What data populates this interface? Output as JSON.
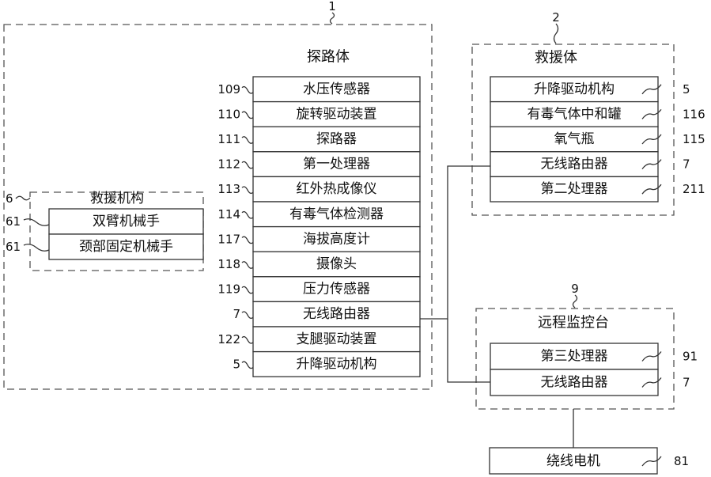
{
  "groups": [
    {
      "key": "g1",
      "ref": "1",
      "title": "探路体"
    },
    {
      "key": "g2",
      "ref": "2",
      "title": "救援体"
    },
    {
      "key": "g9",
      "ref": "9",
      "title": "远程监控台"
    },
    {
      "key": "g6",
      "ref": "6",
      "title": "救援机构"
    }
  ],
  "col1": [
    {
      "ref": "109",
      "label": "水压传感器"
    },
    {
      "ref": "110",
      "label": "旋转驱动装置"
    },
    {
      "ref": "111",
      "label": "探路器"
    },
    {
      "ref": "112",
      "label": "第一处理器"
    },
    {
      "ref": "113",
      "label": "红外热成像仪"
    },
    {
      "ref": "114",
      "label": "有毒气体检测器"
    },
    {
      "ref": "117",
      "label": "海拔高度计"
    },
    {
      "ref": "118",
      "label": "摄像头"
    },
    {
      "ref": "119",
      "label": "压力传感器"
    },
    {
      "ref": "7",
      "label": "无线路由器"
    },
    {
      "ref": "122",
      "label": "支腿驱动装置"
    },
    {
      "ref": "5",
      "label": "升降驱动机构"
    }
  ],
  "col6": [
    {
      "ref": "61",
      "label": "双臂机械手"
    },
    {
      "ref": "61",
      "label": "颈部固定机械手"
    }
  ],
  "col2": [
    {
      "ref": "5",
      "label": "升降驱动机构"
    },
    {
      "ref": "116",
      "label": "有毒气体中和罐"
    },
    {
      "ref": "115",
      "label": "氧气瓶"
    },
    {
      "ref": "7",
      "label": "无线路由器"
    },
    {
      "ref": "211",
      "label": "第二处理器"
    }
  ],
  "col9": [
    {
      "ref": "91",
      "label": "第三处理器"
    },
    {
      "ref": "7",
      "label": "无线路由器"
    }
  ],
  "motor": {
    "ref": "81",
    "label": "绕线电机"
  }
}
